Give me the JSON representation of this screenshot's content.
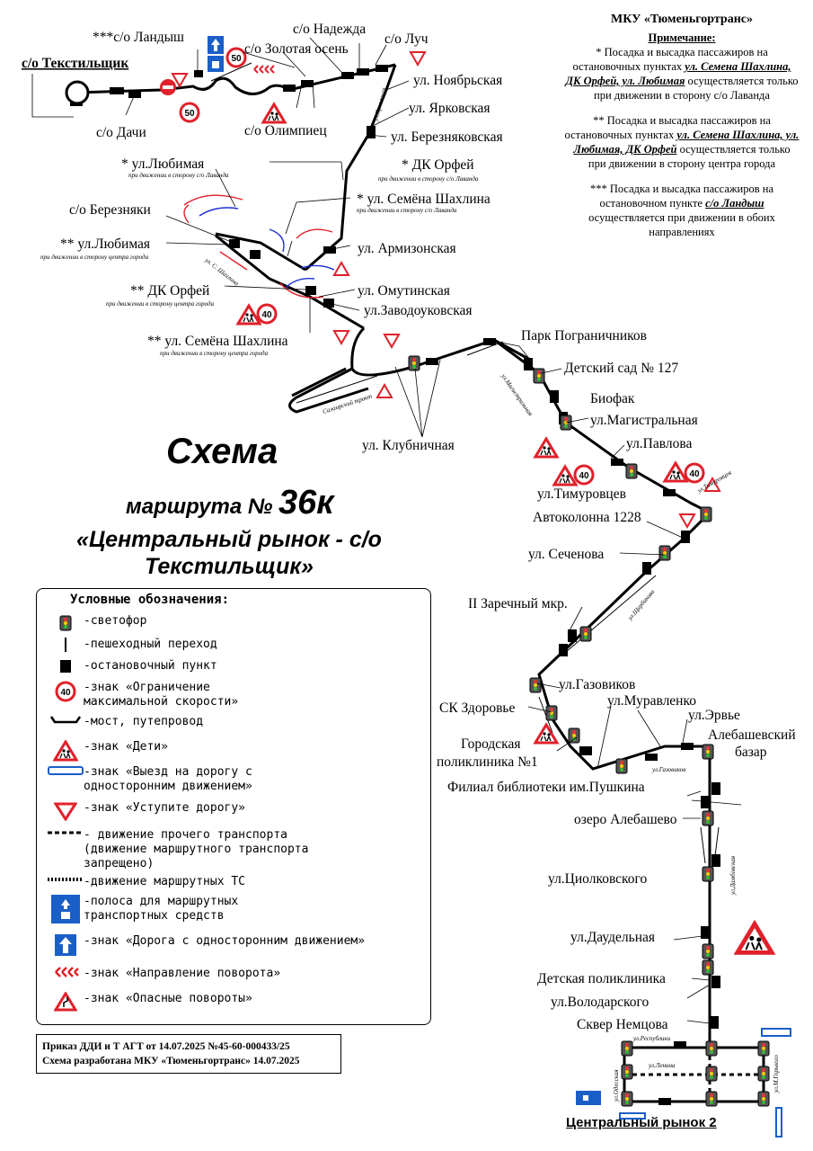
{
  "notes": {
    "organization": "МКУ «Тюменьгортранс»",
    "title": "Примечание:",
    "n1_a": "* Посадка и высадка пассажиров на остановочных пунктах",
    "n1_b": "ул. Семена Шахлина, ДК Орфей, ул. Любимая",
    "n1_c": "осуществляется только при движении в сторону с/о Лаванда",
    "n2_a": "** Посадка и высадка пассажиров на остановочных пунктах",
    "n2_b": "ул. Семена Шахлина, ул. Любимая, ДК Орфей",
    "n2_c": "осуществляется только при движении в сторону центра города",
    "n3_a": "*** Посадка и высадка пассажиров на остановочном пункте",
    "n3_b": "с/о Ландыш",
    "n3_c": "осуществляется при движении в обоих направлениях"
  },
  "title": {
    "main": "Схема",
    "route_prefix": "маршрута №",
    "route_number": "36к",
    "route_name": "«Центральный рынок - с/о Текстильщик»"
  },
  "stops": {
    "tekstilshchik": "с/о Текстильщик",
    "dachi": "с/о Дачи",
    "landysh": "***с/о Ландыш",
    "zolotaya_osen": "с/о Золотая осень",
    "nadezhda": "с/о Надежда",
    "luch": "с/о Луч",
    "olimpiets": "с/о Олимпиец",
    "noyabrskaya": "ул. Ноябрьская",
    "yarkovskaya": "ул. Ярковская",
    "bereznyakovskaya": "ул. Березняковская",
    "lyubimaya_1": "* ул.Любимая",
    "lyubimaya_1_sub": "при движении в сторону с/о Лаванда",
    "dk_orfey_1": "* ДК Орфей",
    "dk_orfey_1_sub": "при движении в сторону с/о Лаванда",
    "shakhlina_1": "* ул. Семёна Шахлина",
    "shakhlina_1_sub": "при движении в сторону с/о Лаванда",
    "berezniaki": "с/о Березняки",
    "lyubimaya_2": "** ул.Любимая",
    "lyubimaya_2_sub": "при движении в сторону центра города",
    "armizonskaya": "ул. Армизонская",
    "dk_orfey_2": "** ДК Орфей",
    "dk_orfey_2_sub": "при движении в сторону центра города",
    "omutinskaya": "ул. Омутинская",
    "zavodoukovskaya": "ул.Заводоуковская",
    "shakhlina_2": "** ул. Семёна Шахлина",
    "shakhlina_2_sub": "при движении в сторону центра города",
    "park_pogranichnikov": "Парк Пограничников",
    "detskiy_sad": "Детский сад № 127",
    "biofak": "Биофак",
    "magistralnaya": "ул.Магистральная",
    "klubnichnaya": "ул. Клубничная",
    "pavlova": "ул.Павлова",
    "timurovtsev": "ул.Тимуровцев",
    "avtokolonna": "Автоколонна 1228",
    "sechenova": "ул. Сеченова",
    "zarechny": "II Заречный мкр.",
    "gazovikov": "ул.Газовиков",
    "sk_zdorovye": "СК Здоровье",
    "muravlenko": "ул.Муравленко",
    "ervye": "ул.Эрвье",
    "polyclinic_1": "Городская",
    "polyclinic_2": "поликлиника №1",
    "alebashevsky_1": "Алебашевский",
    "alebashevsky_2": "базар",
    "pushkin_library": "Филиал библиотеки им.Пушкина",
    "alebashevo_lake": "озеро Алебашево",
    "tsiolkovskogo": "ул.Циолковского",
    "daudelnaya": "ул.Даудельная",
    "children_polyclinic": "Детская поликлиника",
    "volodarskogo": "ул.Володарского",
    "nemtsova": "Сквер Немцова",
    "central_market": "Центральный рынок 2"
  },
  "streets": {
    "ul_yar_putina": "ул.Ярковская",
    "ul_shakhlina": "ул. С. Шахлина",
    "salairsky": "Салаирский тракт",
    "magistralnaya_street": "ул.Магистральная",
    "timurovtsev_street": "ул.Тимуровцев",
    "shcherbakova": "ул.Щербакова",
    "gazovikov_street": "ул.Газовиков",
    "fabrichnaya": "ул.Дамбовская",
    "respubliki": "ул.Республики",
    "lenina": "ул.Ленина",
    "odesskaya": "ул.Одесская",
    "m_gorkogo": "ул.М.Горького"
  },
  "speed_limits": [
    "50",
    "50",
    "40",
    "40",
    "40"
  ],
  "legend": {
    "heading": "Условные обозначения:",
    "traffic_light": "-светофор",
    "crossing": "-пешеходный переход",
    "stop": "-остановочный пункт",
    "speed": "-знак «Ограничение\nмаксимальной скорости»",
    "speed_value": "40",
    "bridge": "-мост, путепровод",
    "children": "-знак «Дети»",
    "one_way_exit": "-знак «Выезд на дорогу с\nодносторонним движением»",
    "yield": "-знак «Уступите дорогу»",
    "other_traffic": "- движение прочего транспорта\n(движение маршрутного транспорта\nзапрещено)",
    "route_movement": "-движение маршрутных ТС",
    "bus_lane": "-полоса для маршрутных\nтранспортных средств",
    "one_way_road": "-знак «Дорога с односторонним движением»",
    "turn_direction": "-знак «Направление поворота»",
    "dangerous_turns": "-знак «Опасные повороты»"
  },
  "footer": {
    "line1": "Приказ ДДИ и Т АГТ от 14.07.2025 №45-60-000433/25",
    "line2": "Схема разработана МКУ «Тюменьгортранс» 14.07.2025"
  },
  "colors": {
    "route": "#000000",
    "sign_red": "#e0202a",
    "sign_blue": "#1a5fc8",
    "arrow_blue": "#1c2fd6"
  }
}
